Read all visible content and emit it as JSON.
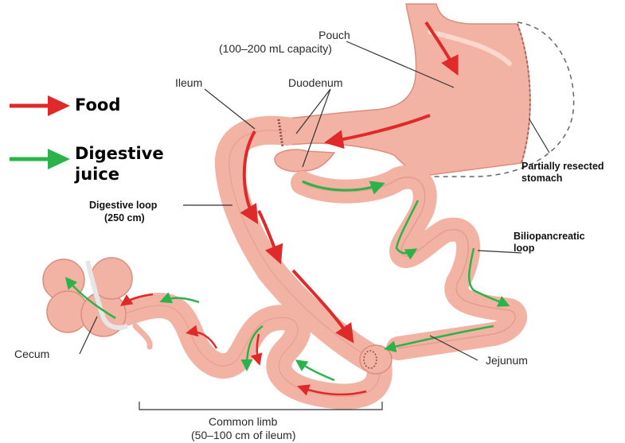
{
  "legend": {
    "food": {
      "label": "Food",
      "color": "#e02a2a"
    },
    "juice": {
      "label_line1": "Digestive",
      "label_line2": "juice",
      "color": "#2bb34a"
    }
  },
  "labels": {
    "pouch_l1": "Pouch",
    "pouch_l2": "(100–200 mL capacity)",
    "ileum": "Ileum",
    "duodenum": "Duodenum",
    "resected_l1": "Partially resected",
    "resected_l2": "stomach",
    "digestive_loop_l1": "Digestive loop",
    "digestive_loop_l2": "(250 cm)",
    "bilio_l1": "Biliopancreatic",
    "bilio_l2": "loop",
    "cecum": "Cecum",
    "jejunum": "Jejunum",
    "common_l1": "Common limb",
    "common_l2": "(50–100 cm of ileum)"
  },
  "colors": {
    "tissue": "#f2b3a4",
    "tissue_edge": "#d98e7e",
    "tissue_highlight": "#fbd7cc"
  }
}
